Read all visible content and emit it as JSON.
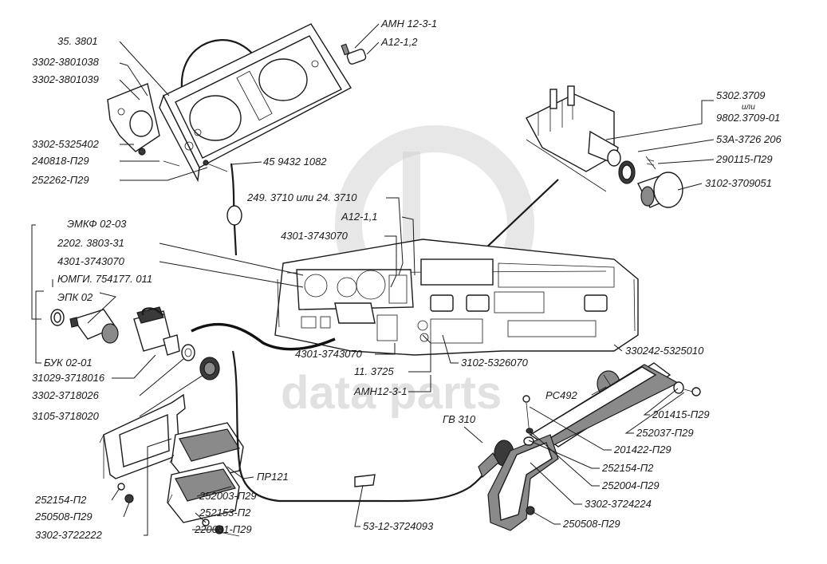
{
  "watermark": {
    "text": "data parts",
    "color": "#c9c9c9"
  },
  "labels": {
    "l_35_3801": "35. 3801",
    "l_3302_3801038": "3302-3801038",
    "l_3302_3801039": "3302-3801039",
    "l_3302_5325402": "3302-5325402",
    "l_240818": "240818-П29",
    "l_252262": "252262-П29",
    "l_459432": "45 9432 1082",
    "l_amn_top": "АМН 12-3-1",
    "l_a12_12": "А12-1,2",
    "l_5302_3709": "5302.3709",
    "l_ili": "или",
    "l_9802_3709": "9802.3709-01",
    "l_53a": "53А-3726 206",
    "l_290115": "290115-П29",
    "l_3102_3709051": "3102-3709051",
    "l_249_3710": "249. 3710 или 24. 3710",
    "l_a12_11": "А12-1,1",
    "l_4301_top": "4301-3743070",
    "l_emkf": "ЭМКФ 02-03",
    "l_2202": "2202. 3803-31",
    "l_4301_left": "4301-3743070",
    "l_yumgi": "ЮМГИ. 754177. 011",
    "l_epk": "ЭПК 02",
    "l_buk": "БУК 02-01",
    "l_31029": "31029-3718016",
    "l_3302_3718026": "3302-3718026",
    "l_3105": "3105-3718020",
    "l_4301_mid": "4301-3743070",
    "l_11_3725": "11. 3725",
    "l_amn_mid": "АМН12-3-1",
    "l_3102_5326070": "3102-5326070",
    "l_330242": "330242-5325010",
    "l_rs492": "РС492",
    "l_201415": "201415-П29",
    "l_252037": "252037-П29",
    "l_201422": "201422-П29",
    "l_gv310": "ГВ 310",
    "l_252154_right": "252154-П2",
    "l_252004": "252004-П29",
    "l_3302_3724224": "3302-3724224",
    "l_250508_right": "250508-П29",
    "l_pr121": "ПР121",
    "l_252003": "252003-П29",
    "l_252153": "252153-П2",
    "l_220081": "220081-П29",
    "l_53_12": "53-12-3724093",
    "l_252154_left": "252154-П2",
    "l_250508_left": "250508-П29",
    "l_3302_3722222": "3302-3722222"
  }
}
